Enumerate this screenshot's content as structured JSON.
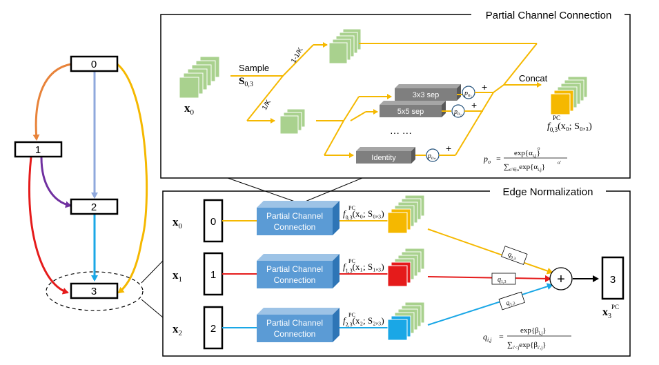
{
  "left_graph": {
    "nodes": [
      "0",
      "1",
      "2",
      "3"
    ]
  },
  "pcc_panel": {
    "title": "Partial Channel Connection",
    "x0_label": "x",
    "x0_sub": "0",
    "sample_label": "Sample",
    "s03_label": "S",
    "s03_sub": "0,3",
    "frac_top": "1-1/K",
    "frac_bottom": "1/K",
    "ops": [
      "3x3 sep",
      "5x5 sep",
      "Identity"
    ],
    "p_labels": [
      "p",
      "p",
      "p"
    ],
    "p_subs": [
      "o₁",
      "o₂",
      "oₙ"
    ],
    "dots": "···   ···",
    "plus": "+",
    "concat_label": "Concat",
    "out_label": "f",
    "out_sup": "PC",
    "out_sub": "0,3",
    "out_args": "(x₀; S₀,₃)",
    "formula_lhs": "p",
    "formula_lhs_sub": "o",
    "formula_eq": "=",
    "formula_num": "exp{α",
    "formula_num_sup": "o",
    "formula_num_sub": "i,j",
    "formula_num_end": "}",
    "formula_den": "∑",
    "formula_den_sub": "o′∈ℴ",
    "formula_den_body": "exp{α",
    "formula_den_sup": "o′",
    "formula_den_sub2": "i,j",
    "formula_den_end": "}"
  },
  "en_panel": {
    "title": "Edge Normalization",
    "rows": [
      {
        "x": "x",
        "sub": "0",
        "node": "0",
        "block": [
          "Partial Channel",
          "Connection"
        ],
        "f_sub": "0,3",
        "f_args": "(x₀; S₀,₃)",
        "q": "q",
        "q_sub": "0,3",
        "color": "#f5b800"
      },
      {
        "x": "x",
        "sub": "1",
        "node": "1",
        "block": [
          "Partial Channel",
          "Connection"
        ],
        "f_sub": "1,3",
        "f_args": "(x₁; S₁,₃)",
        "q": "q",
        "q_sub": "1,3",
        "color": "#e51b1b"
      },
      {
        "x": "x",
        "sub": "2",
        "node": "2",
        "block": [
          "Partial Channel",
          "Connection"
        ],
        "f_sub": "2,3",
        "f_args": "(x₂; S₂,₃)",
        "q": "q",
        "q_sub": "1,3",
        "color": "#1aa7e6"
      }
    ],
    "f_label": "f",
    "f_sup": "PC",
    "sum_symbol": "+",
    "out_node": "3",
    "out_x": "x",
    "out_x_sub": "3",
    "out_x_sup": "PC",
    "formula_lhs": "q",
    "formula_lhs_sub": "i,j",
    "formula_eq": "=",
    "formula_num": "exp{β",
    "formula_num_sub": "i,j",
    "formula_num_end": "}",
    "formula_den": "∑",
    "formula_den_sub": "i′<j",
    "formula_den_body": "exp{β",
    "formula_den_sub2": "i′,j",
    "formula_den_end": "}"
  },
  "colors": {
    "orange_edge": "#e8833a",
    "blue_edge": "#8fa8dc",
    "yellow_edge": "#f5b800",
    "purple_edge": "#7030a0",
    "red_edge": "#e51b1b",
    "cyan_edge": "#1aa7e6",
    "green_fill": "#a9d18e",
    "pcc_block": "#5b9bd5",
    "op_block": "#7f7f7f"
  }
}
